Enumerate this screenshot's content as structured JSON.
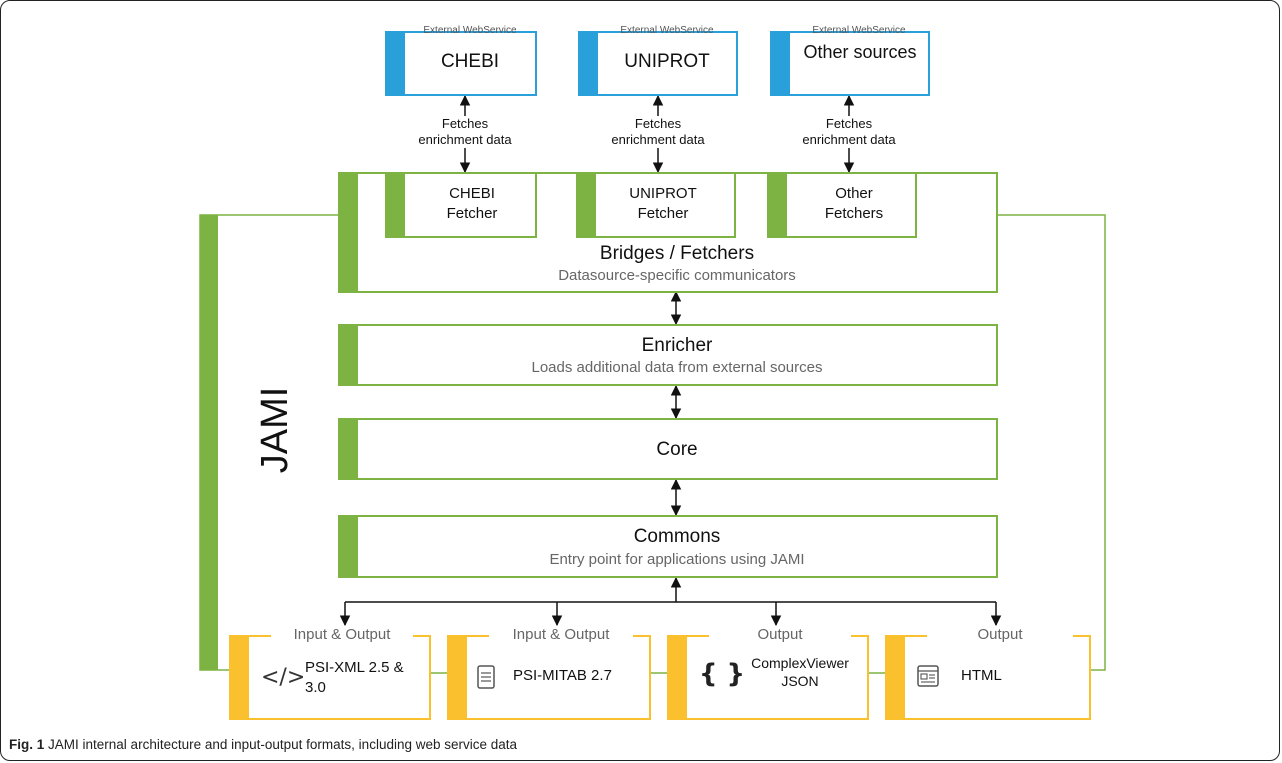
{
  "web_services": [
    {
      "tag": "External WebService",
      "name": "CHEBI"
    },
    {
      "tag": "External WebService",
      "name": "UNIPROT"
    },
    {
      "tag": "External WebService",
      "name": "Other sources"
    }
  ],
  "fetch_label": "Fetches enrichment data",
  "fetchers": [
    "CHEBI Fetcher",
    "UNIPROT Fetcher",
    "Other Fetchers"
  ],
  "layers": [
    {
      "title": "Bridges / Fetchers",
      "subtitle": "Datasource-specific communicators"
    },
    {
      "title": "Enricher",
      "subtitle": "Loads additional data from external sources"
    },
    {
      "title": "Core",
      "subtitle": ""
    },
    {
      "title": "Commons",
      "subtitle": "Entry point for applications using JAMI"
    }
  ],
  "jami_label": "JAMI",
  "formats": [
    {
      "tag": "Input & Output",
      "name": "PSI-XML 2.5 & 3.0",
      "icon": "code-icon"
    },
    {
      "tag": "Input & Output",
      "name": "PSI-MITAB 2.7",
      "icon": "document-icon"
    },
    {
      "tag": "Output",
      "name": "ComplexViewer JSON",
      "icon": "braces-icon"
    },
    {
      "tag": "Output",
      "name": "HTML",
      "icon": "webpage-icon"
    }
  ],
  "caption": {
    "label": "Fig. 1",
    "text": "JAMI internal architecture and input-output formats, including web service data"
  },
  "colors": {
    "green": "#7cb342",
    "blue": "#29a0da",
    "yellow": "#fbc02d"
  }
}
